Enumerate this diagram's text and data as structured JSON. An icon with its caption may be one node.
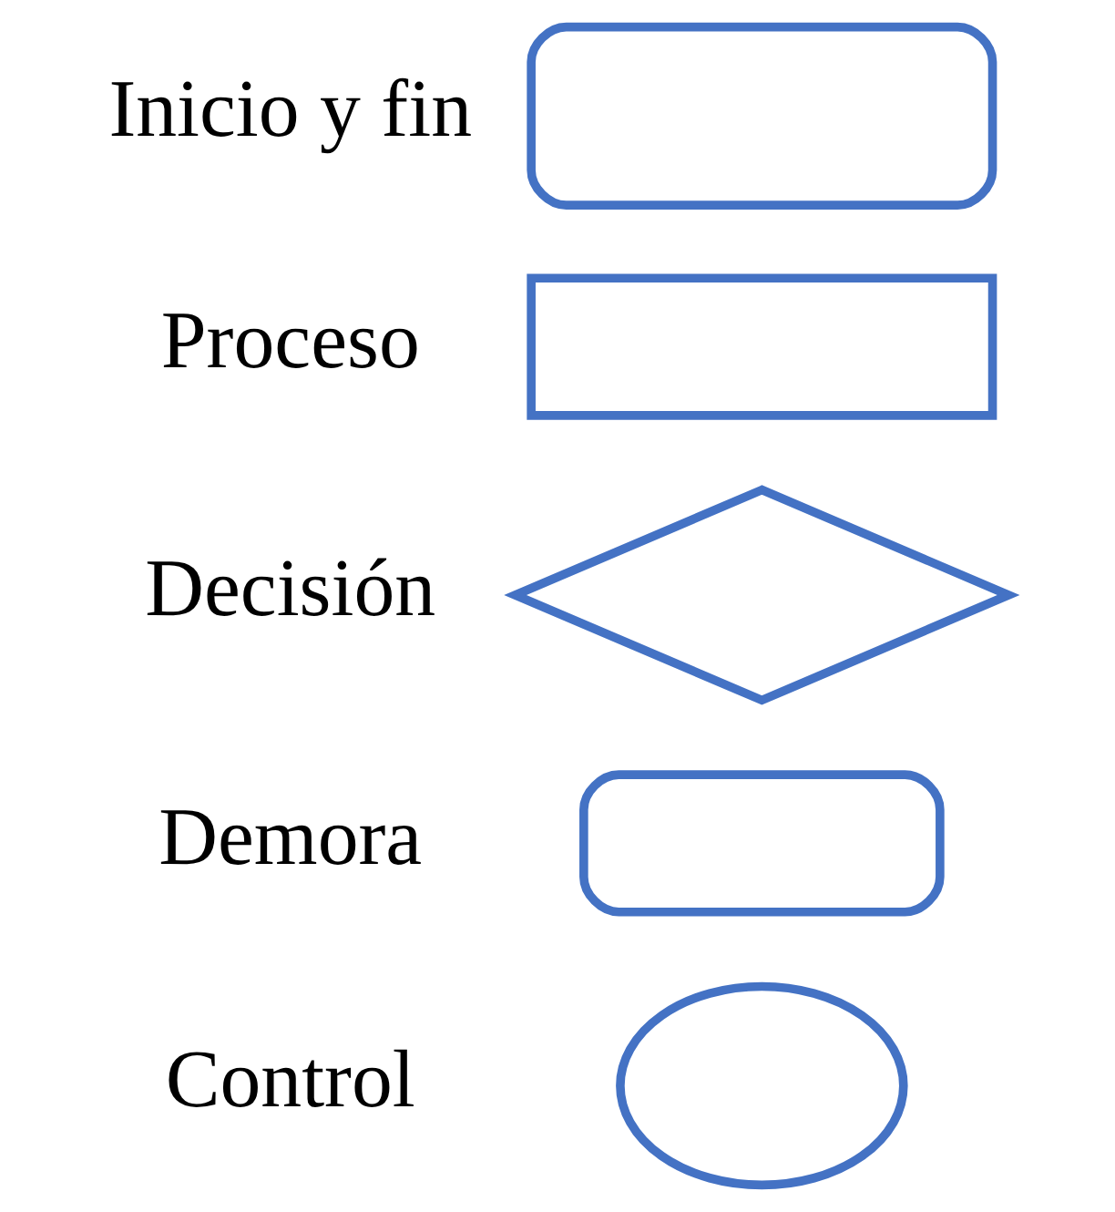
{
  "diagram": {
    "nodes": [
      {
        "text": [],
        "shape": "box",
        "beside": [
          "Inicio y fin"
        ]
      },
      {
        "text": [],
        "shape": "box",
        "beside": [
          "Proceso"
        ]
      },
      {
        "text": [],
        "shape": "diamond",
        "beside": [
          "Decisión"
        ]
      },
      {
        "text": [],
        "shape": "box",
        "beside": [
          "Demora"
        ]
      },
      {
        "text": [],
        "shape": "oval",
        "beside": [
          "Control"
        ]
      }
    ]
  }
}
